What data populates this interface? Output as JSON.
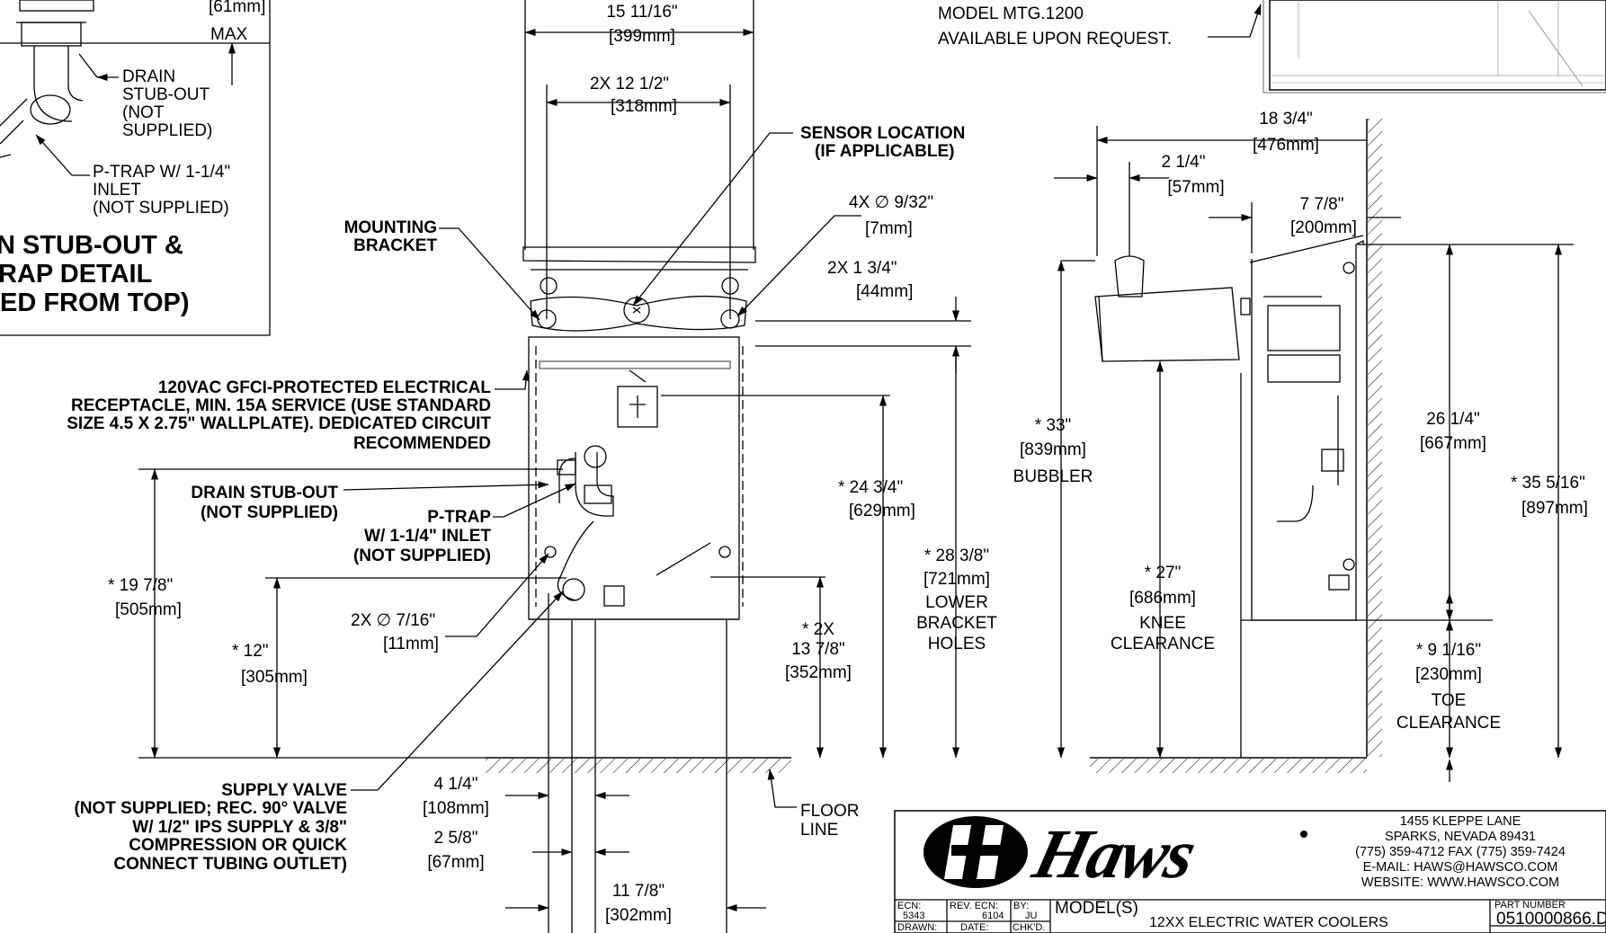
{
  "detail_labels": {
    "mm61": "[61mm]",
    "max": "MAX",
    "drain_stub_out": [
      "DRAIN",
      "STUB-OUT",
      "(NOT",
      "SUPPLIED)"
    ],
    "ptrap": [
      "P-TRAP W/ 1-1/4\"",
      "INLET",
      "(NOT SUPPLIED)"
    ],
    "title": [
      "N STUB-OUT &",
      "RAP DETAIL",
      "ED FROM TOP)"
    ]
  },
  "notes": {
    "model_line1": "MODEL MTG.1200",
    "model_line2": "AVAILABLE UPON REQUEST."
  },
  "front_view": {
    "d_width": [
      "15 11/16\"",
      "[399mm]"
    ],
    "d_holes": [
      "2X  12 1/2\"",
      "[318mm]"
    ],
    "sensor": [
      "SENSOR LOCATION",
      "(IF APPLICABLE)"
    ],
    "mounting_bracket": [
      "MOUNTING",
      "BRACKET"
    ],
    "holes_932": [
      "4X ∅ 9/32\"",
      "[7mm]"
    ],
    "d_134": [
      "2X  1 3/4\"",
      "[44mm]"
    ],
    "receptacle": [
      "120VAC GFCI-PROTECTED ELECTRICAL",
      "RECEPTACLE, MIN. 15A SERVICE (USE STANDARD",
      "SIZE 4.5 X 2.75\" WALLPLATE). DEDICATED CIRCUIT",
      "RECOMMENDED"
    ],
    "drain": [
      "DRAIN STUB-OUT",
      "(NOT SUPPLIED)"
    ],
    "ptrap": [
      "P-TRAP",
      "W/ 1-1/4\" INLET",
      "(NOT SUPPLIED)"
    ],
    "d_2434": [
      "*  24 3/4\"",
      "[629mm]"
    ],
    "d_2838": [
      "*  28 3/8\"",
      "[721mm]",
      "LOWER",
      "BRACKET",
      "HOLES"
    ],
    "d_1978": [
      "*  19 7/8\"",
      "[505mm]"
    ],
    "holes_716": [
      "2X ∅ 7/16\"",
      "[11mm]"
    ],
    "d_12": [
      "*     12\"",
      "[305mm]"
    ],
    "d_1378": [
      "* 2X",
      "13 7/8\"",
      "[352mm]"
    ],
    "supply": [
      "SUPPLY VALVE",
      "(NOT SUPPLIED; REC. 90° VALVE",
      "W/ 1/2\" IPS SUPPLY & 3/8\"",
      "COMPRESSION OR QUICK",
      "CONNECT TUBING OUTLET)"
    ],
    "d_414": [
      "4 1/4\"",
      "[108mm]"
    ],
    "d_258": [
      "2 5/8\"",
      "[67mm]"
    ],
    "d_1178": [
      "11 7/8\"",
      "[302mm]"
    ],
    "floor": [
      "FLOOR",
      "LINE"
    ]
  },
  "side_view": {
    "d_1834": [
      "18 3/4\"",
      "[476mm]"
    ],
    "d_214": [
      "2 1/4\"",
      "[57mm]"
    ],
    "d_778": [
      "7 7/8\"",
      "[200mm]"
    ],
    "d_33": [
      "*     33\"",
      "[839mm]",
      "BUBBLER"
    ],
    "d_2614": [
      "26 1/4\"",
      "[667mm]"
    ],
    "d_3516": [
      "* 35 5/16\"",
      "[897mm]"
    ],
    "d_27": [
      "*      27\"",
      "[686mm]",
      "KNEE",
      "CLEARANCE"
    ],
    "d_9116": [
      "*  9 1/16\"",
      "[230mm]",
      "TOE",
      "CLEARANCE"
    ]
  },
  "title_block": {
    "brand": "Haws",
    "address": [
      "1455 KLEPPE LANE",
      "SPARKS, NEVADA  89431",
      "(775) 359-4712  FAX (775) 359-7424",
      "E-MAIL:  HAWS@HAWSCO.COM",
      "WEBSITE: WWW.HAWSCO.COM"
    ],
    "ecn_label": "ECN:",
    "ecn": "5343",
    "rev_label": "REV. ECN:",
    "rev": "6104",
    "by_label": "BY:",
    "by": "JU",
    "drawn_label": "DRAWN:",
    "date_label": "DATE:",
    "chkd_label": "CHK'D.",
    "model_label": "MODEL(S)",
    "model": "12XX ELECTRIC WATER COOLERS",
    "part_label": "PART NUMBER",
    "part": "0510000866.D"
  }
}
